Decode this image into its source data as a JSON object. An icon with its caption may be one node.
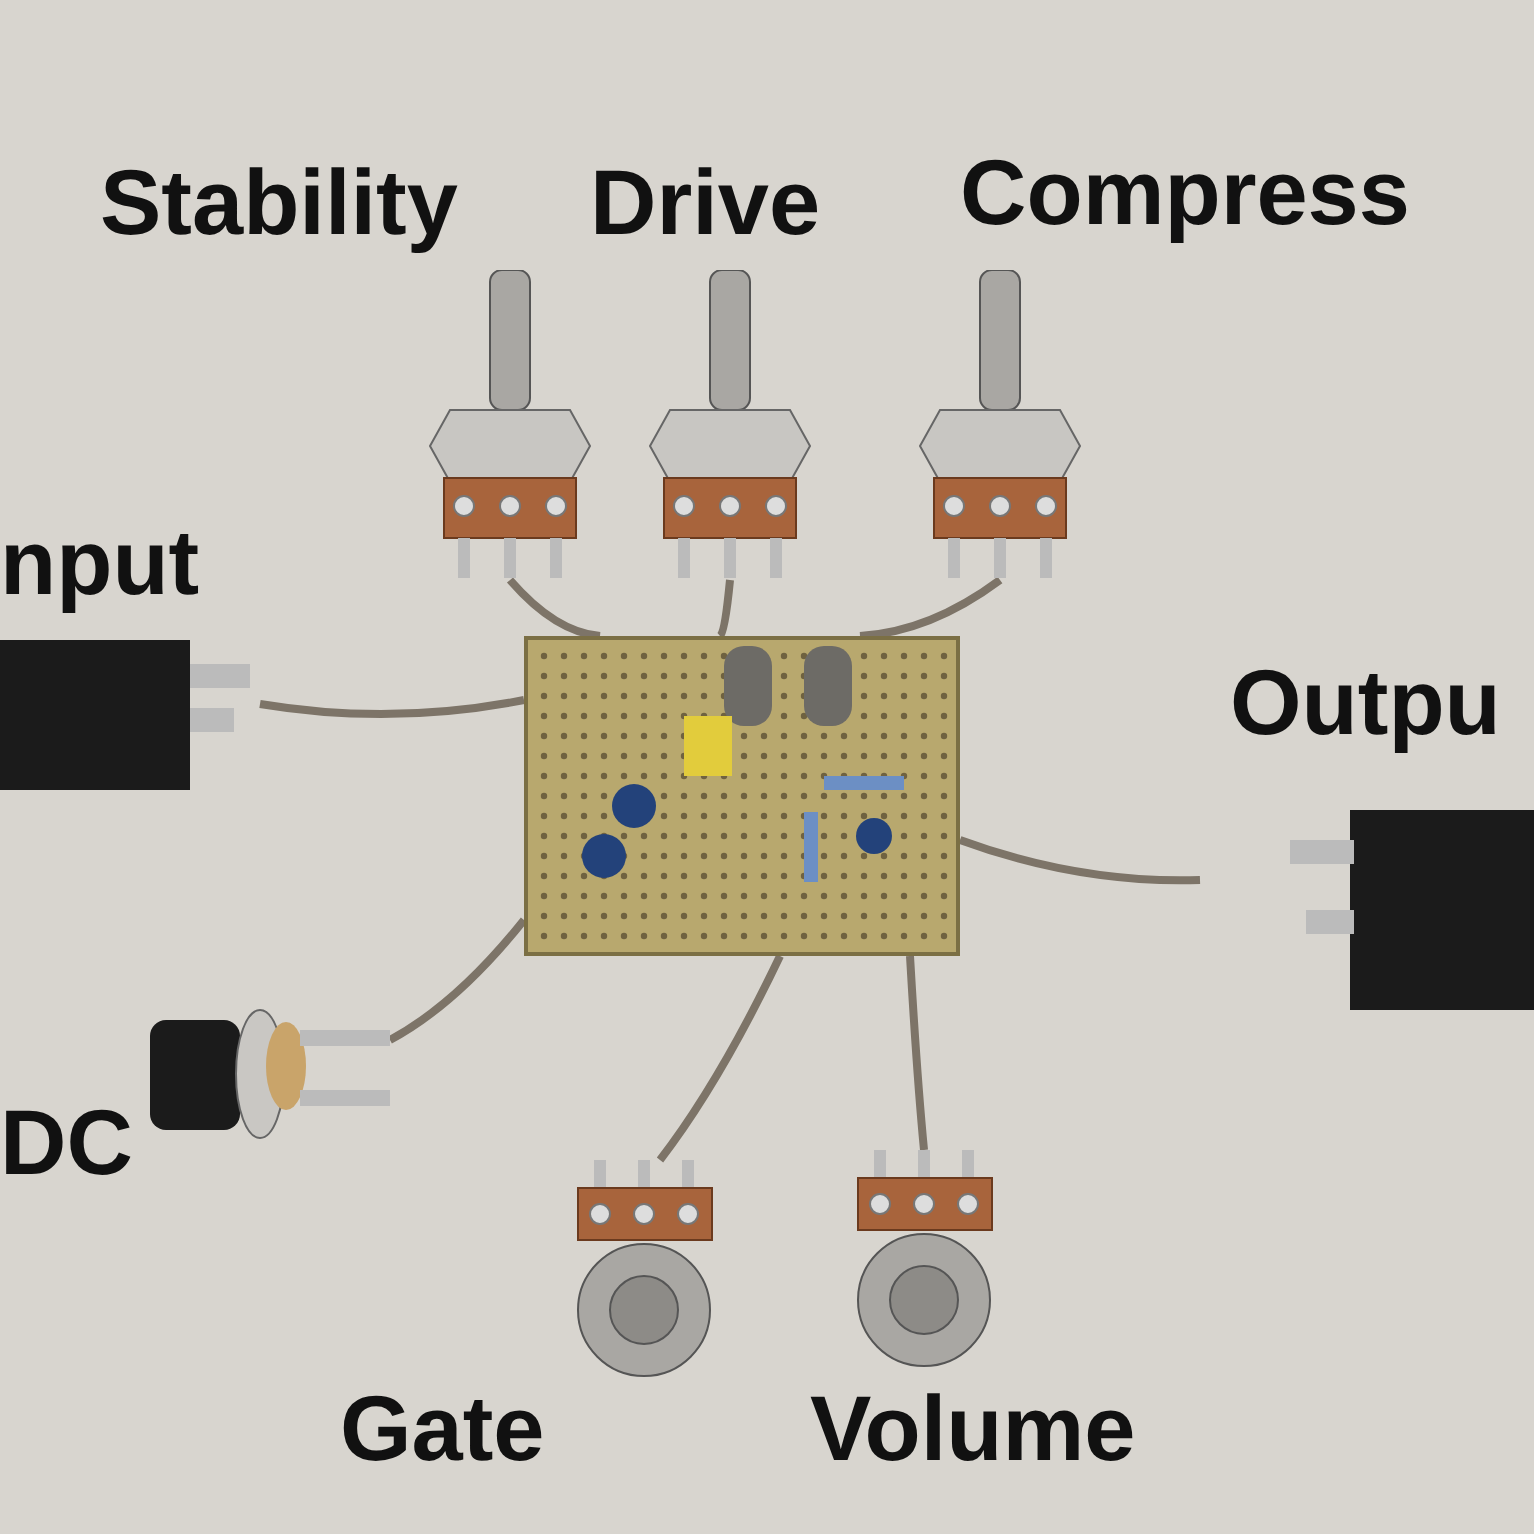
{
  "diagram": {
    "nodes": [
      {
        "text": [
          "Stability"
        ]
      },
      {
        "text": [
          "Drive"
        ]
      },
      {
        "text": [
          "Compress"
        ]
      },
      {
        "text": [
          "nput"
        ]
      },
      {
        "text": [],
        "shape": "picture"
      },
      {
        "text": [
          "Outpu"
        ]
      },
      {
        "text": [
          "DC"
        ]
      },
      {
        "text": [
          "Gate"
        ]
      },
      {
        "text": [
          "Volume"
        ]
      }
    ],
    "edges": [
      {
        "from": 0,
        "to": 4,
        "arrow": "none"
      },
      {
        "from": 1,
        "to": 4,
        "arrow": "none"
      },
      {
        "from": 2,
        "to": 4,
        "arrow": "none"
      },
      {
        "from": 3,
        "to": 4,
        "arrow": "none"
      },
      {
        "from": 4,
        "to": 5,
        "arrow": "none"
      },
      {
        "from": 6,
        "to": 4,
        "arrow": "none"
      },
      {
        "from": 7,
        "to": 4,
        "arrow": "none"
      },
      {
        "from": 8,
        "to": 4,
        "arrow": "none"
      }
    ]
  }
}
